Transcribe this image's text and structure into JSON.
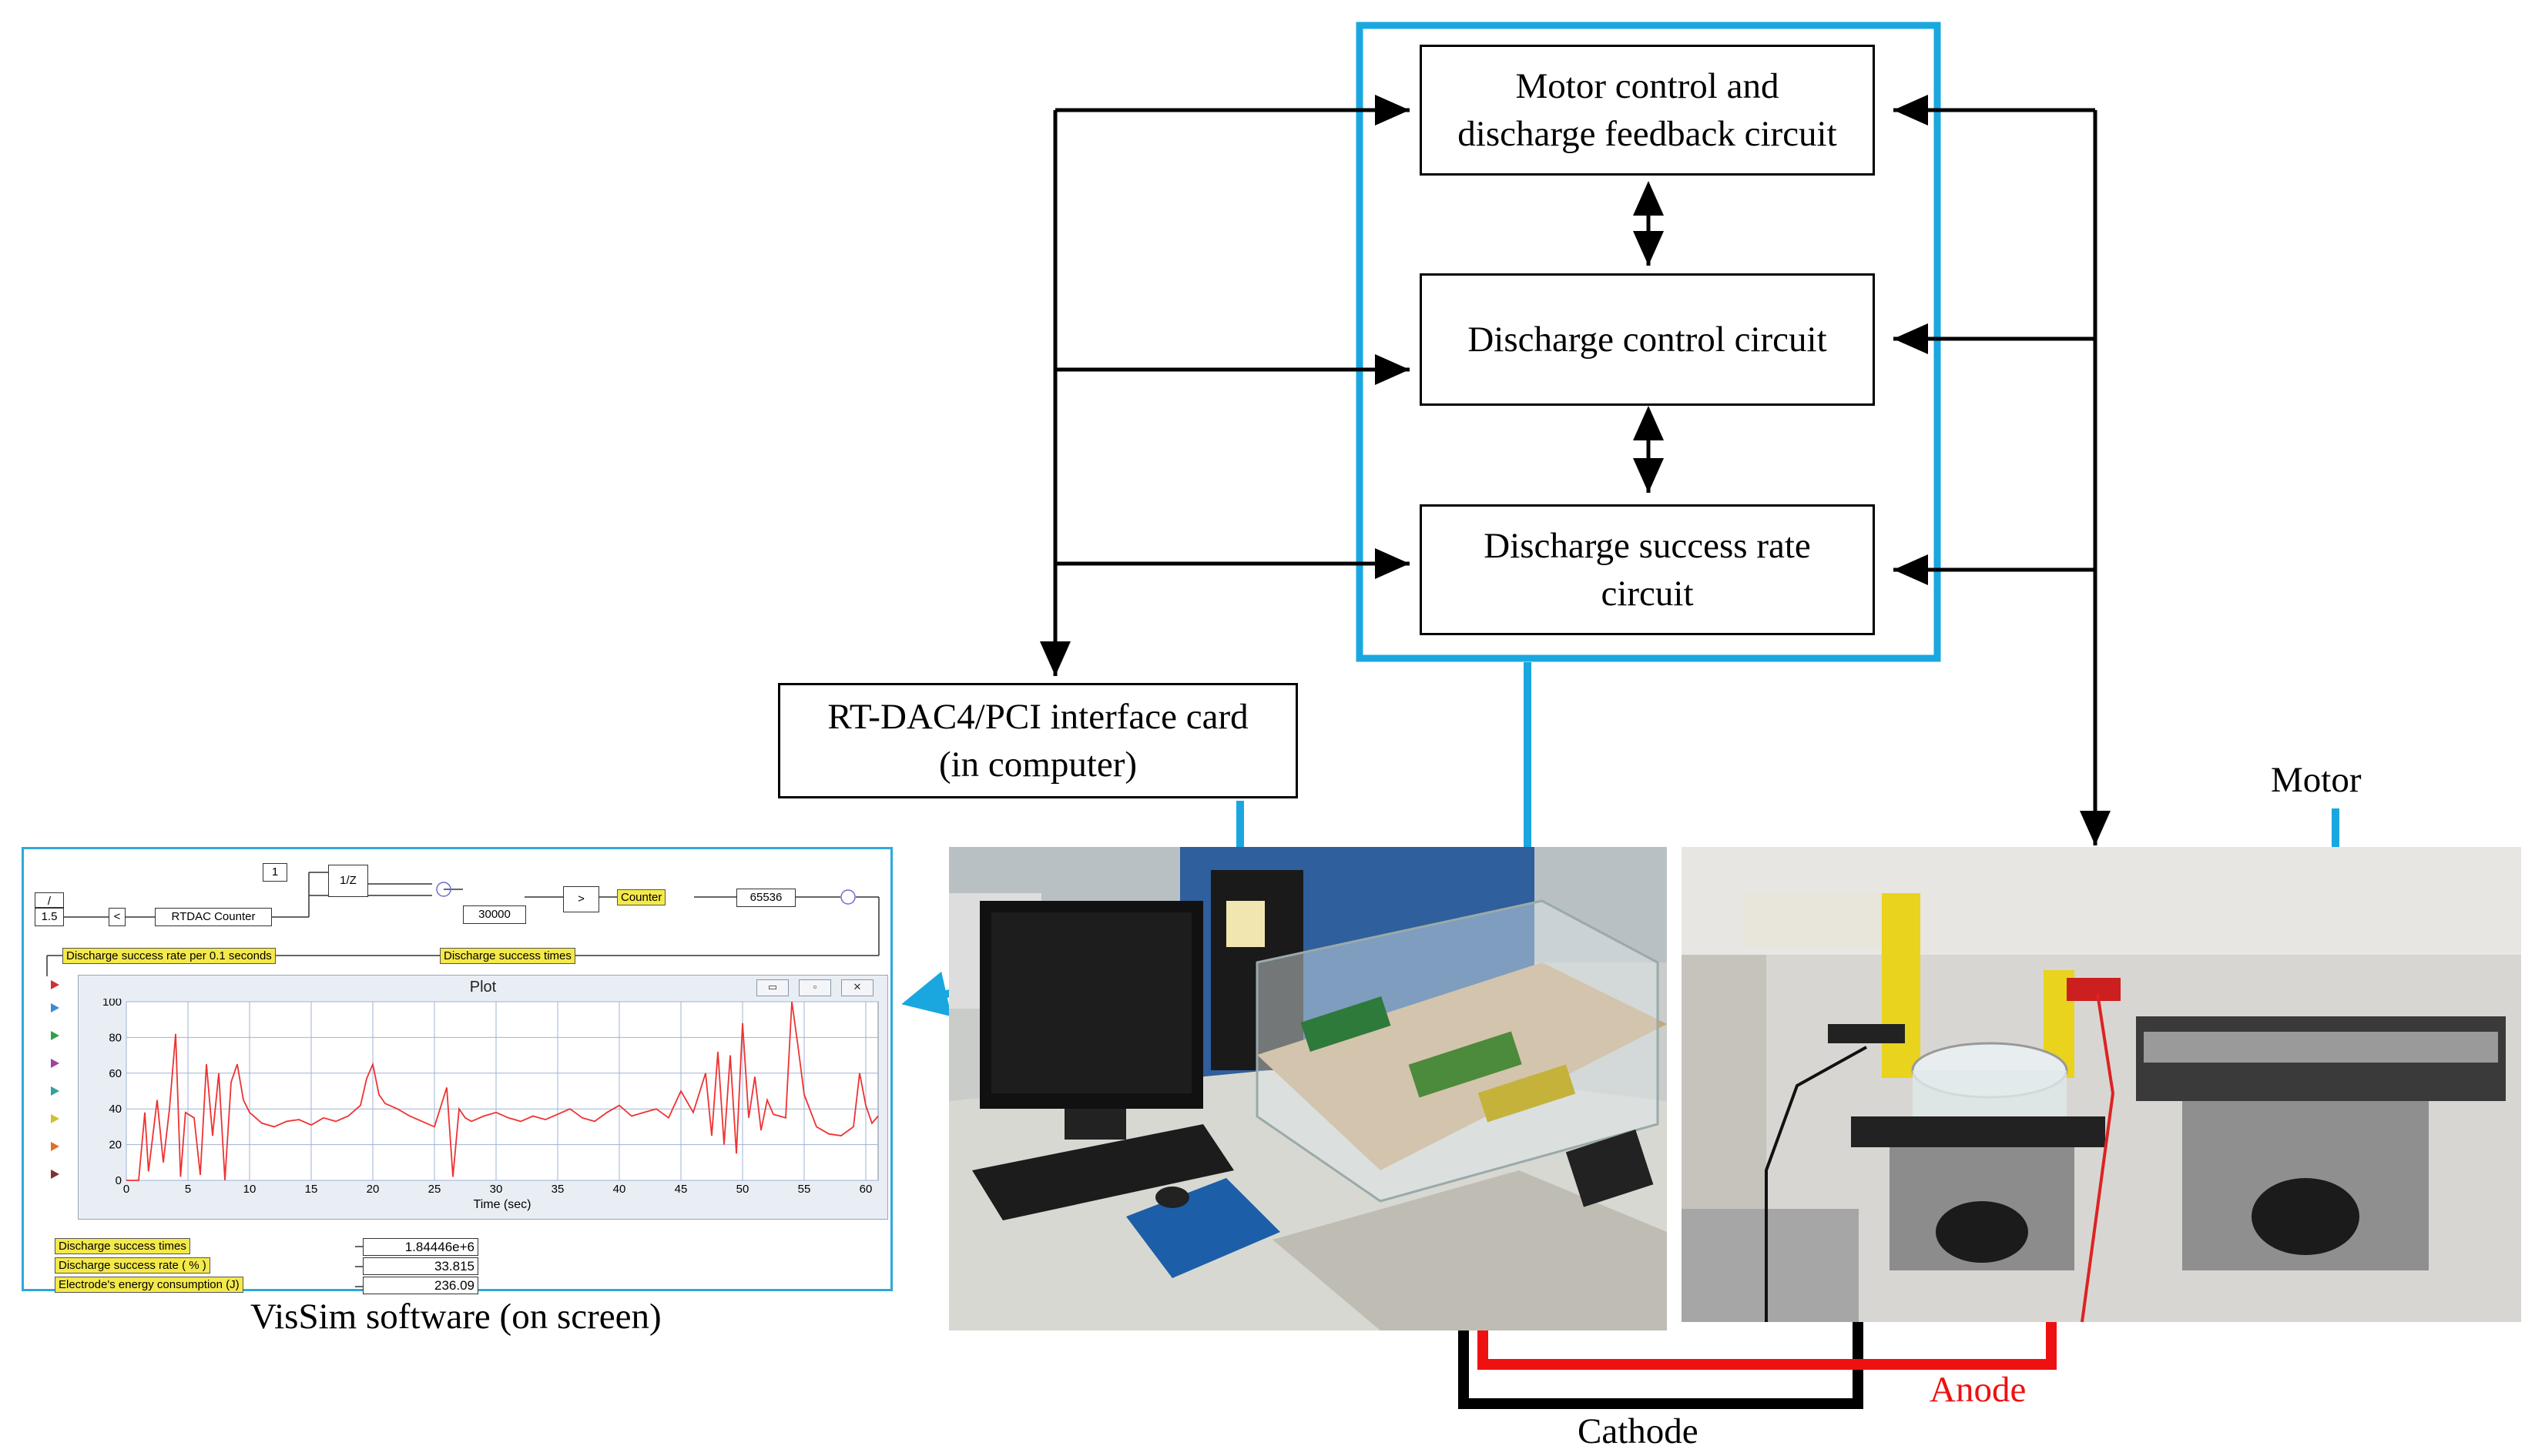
{
  "blocks": {
    "motor_control": [
      "Motor control and",
      "discharge feedback circuit"
    ],
    "discharge_control": "Discharge control circuit",
    "success_rate": [
      "Discharge success rate",
      "circuit"
    ],
    "interface_card": [
      "RT-DAC4/PCI interface card",
      "(in computer)"
    ]
  },
  "captions": {
    "motor": "Motor",
    "vissim": "VisSim software (on screen)",
    "anode": "Anode",
    "cathode": "Cathode"
  },
  "colors": {
    "accent_blue": "#1aa7e0",
    "anode_red": "#ee1111",
    "cathode_black": "#000000",
    "plot_line": "#ee3333",
    "vissim_label_yellow": "#f4e94a"
  },
  "vissim": {
    "top_blocks": {
      "const_one": "1",
      "const_15": "1.5",
      "less_than": "<",
      "rtdac_counter": "RTDAC Counter",
      "unit_delay": "1/Z",
      "const_30000": "30000",
      "greater_than": ">",
      "counter": "Counter",
      "const_65536": "65536"
    },
    "wire_labels": {
      "rate_per_01": "Discharge success rate per 0.1 seconds",
      "success_times": "Discharge success times"
    },
    "plot": {
      "title": "Plot",
      "xlabel": "Time (sec)",
      "button_min": "▭",
      "button_max": "▫",
      "button_close": "✕"
    },
    "readouts": [
      {
        "label": "Discharge success times",
        "value": "1.84446e+6"
      },
      {
        "label": "Discharge success rate ( % )",
        "value": "33.815"
      },
      {
        "label": "Electrode's energy consumption (J)",
        "value": "236.09"
      }
    ]
  },
  "chart_data": {
    "type": "line",
    "xlabel": "Time (sec)",
    "ylabel": "",
    "xlim": [
      0,
      61
    ],
    "ylim": [
      0,
      100
    ],
    "x_ticks": [
      0,
      5,
      10,
      15,
      20,
      25,
      30,
      35,
      40,
      45,
      50,
      55,
      60
    ],
    "y_ticks": [
      0,
      20,
      40,
      60,
      80,
      100
    ],
    "grid": true,
    "series": [
      {
        "x": [
          0,
          1,
          1.5,
          1.8,
          2.5,
          3,
          3.5,
          4,
          4.4,
          4.8,
          5.5,
          6,
          6.5,
          7,
          7.5,
          8,
          8.5,
          9,
          9.5,
          10,
          11,
          12,
          13,
          14,
          15,
          16,
          17,
          18,
          19,
          19.5,
          20,
          20.5,
          21,
          22,
          23,
          24,
          25,
          26,
          26.5,
          27,
          27.5,
          28,
          29,
          30,
          31,
          32,
          33,
          34,
          35,
          36,
          37,
          38,
          39,
          40,
          41,
          42,
          43,
          44,
          45,
          46,
          47,
          47.5,
          48,
          48.5,
          49,
          49.5,
          50,
          50.5,
          51,
          51.5,
          52,
          52.5,
          53,
          53.5,
          54,
          54.5,
          55,
          56,
          57,
          58,
          59,
          59.5,
          60,
          60.5,
          61
        ],
        "y": [
          0,
          0,
          38,
          5,
          45,
          10,
          40,
          82,
          2,
          38,
          35,
          3,
          65,
          25,
          60,
          0,
          55,
          65,
          45,
          38,
          32,
          30,
          33,
          34,
          31,
          35,
          33,
          36,
          42,
          57,
          65,
          48,
          43,
          40,
          36,
          33,
          30,
          52,
          2,
          40,
          35,
          33,
          36,
          38,
          35,
          33,
          36,
          34,
          37,
          40,
          35,
          33,
          38,
          42,
          36,
          38,
          40,
          35,
          50,
          38,
          60,
          25,
          72,
          20,
          70,
          15,
          88,
          35,
          58,
          28,
          45,
          37,
          36,
          35,
          100,
          75,
          48,
          30,
          26,
          25,
          30,
          60,
          42,
          32,
          36
        ]
      }
    ]
  }
}
